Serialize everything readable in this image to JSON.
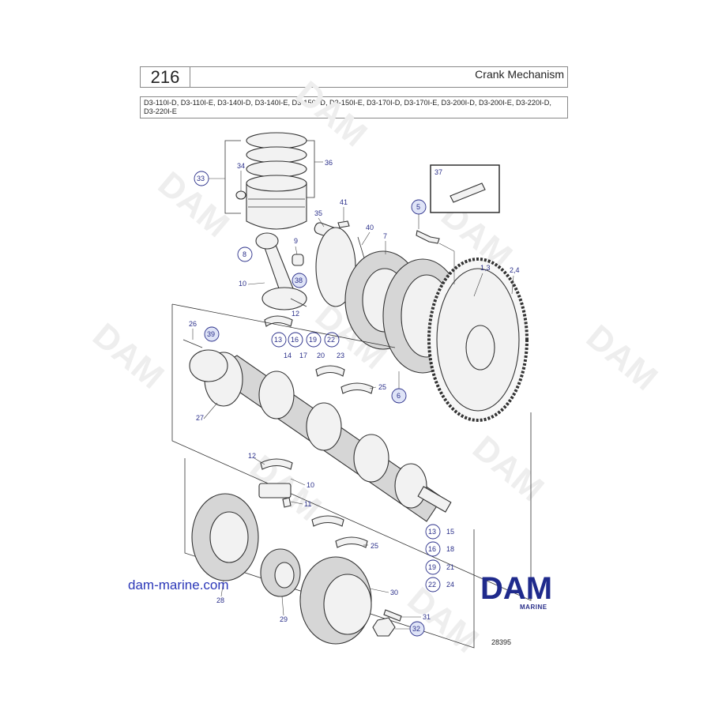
{
  "header": {
    "page_number": "216",
    "title": "Crank Mechanism",
    "models": "D3-110I-D, D3-110I-E, D3-140I-D, D3-140I-E, D3-150I-D, D3-150I-E, D3-170I-D, D3-170I-E, D3-200I-D, D3-200I-E, D3-220I-D, D3-220I-E"
  },
  "callouts": {
    "c33": "33",
    "c34": "34",
    "c36": "36",
    "c35": "35",
    "c41": "41",
    "c40": "40",
    "c7": "7",
    "c5": "5",
    "c37": "37",
    "c8": "8",
    "c9": "9",
    "c38": "38",
    "c10": "10",
    "c12": "12",
    "c13": "13",
    "c16": "16",
    "c19": "19",
    "c22": "22",
    "c26": "26",
    "c39": "39",
    "c14": "14",
    "c17": "17",
    "c20": "20",
    "c23": "23",
    "c25": "25",
    "c6": "6",
    "c13b": "1,3",
    "c24b": "2,4",
    "c27": "27",
    "c12b": "12",
    "c10b": "10",
    "c11": "11",
    "c15": "15",
    "c18": "18",
    "c21": "21",
    "c24": "24",
    "c25b": "25",
    "c13c": "13",
    "c16c": "16",
    "c19c": "19",
    "c22c": "22",
    "c28": "28",
    "c29": "29",
    "c30": "30",
    "c31": "31",
    "c32": "32"
  },
  "watermark": "DAM",
  "footer": {
    "website": "dam-marine.com",
    "brand": "DAM",
    "brand_sub": "MARINE",
    "reference": "28395"
  },
  "colors": {
    "callout": "#2a2f8a",
    "brand": "#1f2a8c",
    "link": "#2b37b8"
  }
}
